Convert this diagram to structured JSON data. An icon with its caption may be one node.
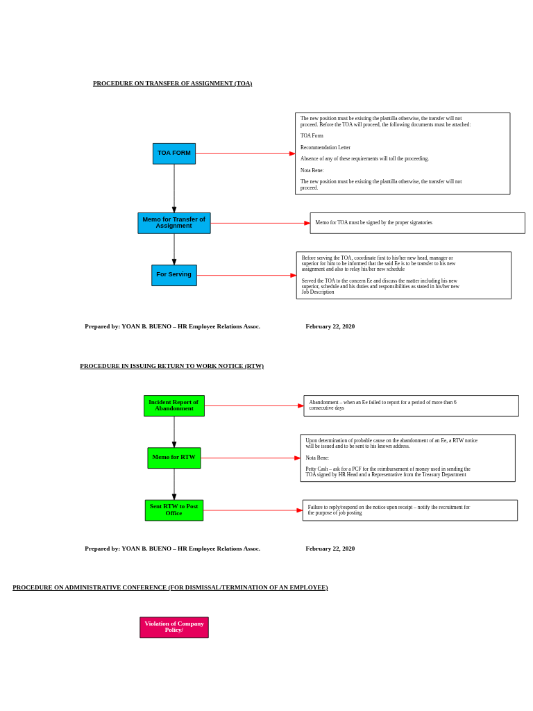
{
  "diagram": {
    "nodes": [
      {
        "text": [
          "TOA FORM"
        ]
      },
      {
        "text": [
          "The new position must be existing the plantilla otherwise, the transfer will not proceed. Before the TOA will proceed, the following documents must be attached:",
          "TOA Form",
          "Recommendation Letter",
          "Absence of any of these requirements will toll the proceeding.",
          "Nota Bene:",
          "The new position must be existing the plantilla otherwise, the transfer will not proceed."
        ]
      },
      {
        "text": [
          "Memo for Transfer of Assignment"
        ]
      },
      {
        "text": [
          "Memo for TOA must be signed by the proper signatories"
        ]
      },
      {
        "text": [
          "For Serving"
        ]
      },
      {
        "text": [
          "Before serving the TOA, coordinate first to his/her new head, manager or superior for him to be informed that the said Ee is to be transfer to his new assignment and also to relay his/her new schedule",
          "Served the TOA to the concern Ee and discuss the matter including his new superior, schedule and his duties and responsibilities as stated in his/her new Job Description"
        ]
      },
      {
        "text": [
          "Incident Report of Abandonment"
        ]
      },
      {
        "text": [
          "Abandonment – when an Ee failed to report for a period of more than 6 consecutive days"
        ]
      },
      {
        "text": [
          "Memo for RTW"
        ]
      },
      {
        "text": [
          "Upon determination of probable cause on the abandonment of an Ee, a RTW notice will be issued and to be sent to his known address.",
          "Nota Bene:",
          "Petty Cash – ask for a PCF for the reimbursement of money used in sending the TOA signed by HR Head and a Representative from the Treasury Department"
        ]
      },
      {
        "text": [
          "Sent RTW to Post Office"
        ]
      },
      {
        "text": [
          "Failure to reply/respond on the notice upon receipt – notify the recruitment for the purpose of job posting"
        ]
      },
      {
        "text": [
          "Violation of Company Policy/"
        ]
      }
    ],
    "edges": [
      {
        "from": 0,
        "to": 1,
        "arrow": "to"
      },
      {
        "from": 0,
        "to": 2,
        "arrow": "to",
        "color": "#000000"
      },
      {
        "from": 2,
        "to": 3,
        "arrow": "to"
      },
      {
        "from": 2,
        "to": 4,
        "arrow": "to",
        "color": "#000000"
      },
      {
        "from": 4,
        "to": 5,
        "arrow": "to"
      },
      {
        "from": 6,
        "to": 7,
        "arrow": "to"
      },
      {
        "from": 6,
        "to": 8,
        "arrow": "to",
        "color": "#000000"
      },
      {
        "from": 8,
        "to": 9,
        "arrow": "to"
      },
      {
        "from": 8,
        "to": 10,
        "arrow": "to",
        "color": "#000000"
      },
      {
        "from": 10,
        "to": 11,
        "arrow": "to"
      }
    ],
    "labels": [
      "PROCEDURE ON TRANSFER OF ASSIGNMENT (TOA)",
      "Prepared by: YOAN B. BUENO – HR Employee Relations Assoc.",
      "February 22, 2020",
      "PROCEDURE IN ISSUING RETURN TO WORK NOTICE (RTW)",
      "Prepared by: YOAN B. BUENO – HR Employee Relations Assoc.",
      "February 22, 2020",
      "PROCEDURE ON ADMINISTRATIVE CONFERENCE (FOR DISMISSAL/TERMINATION OF AN EMPLOYEE)"
    ]
  }
}
